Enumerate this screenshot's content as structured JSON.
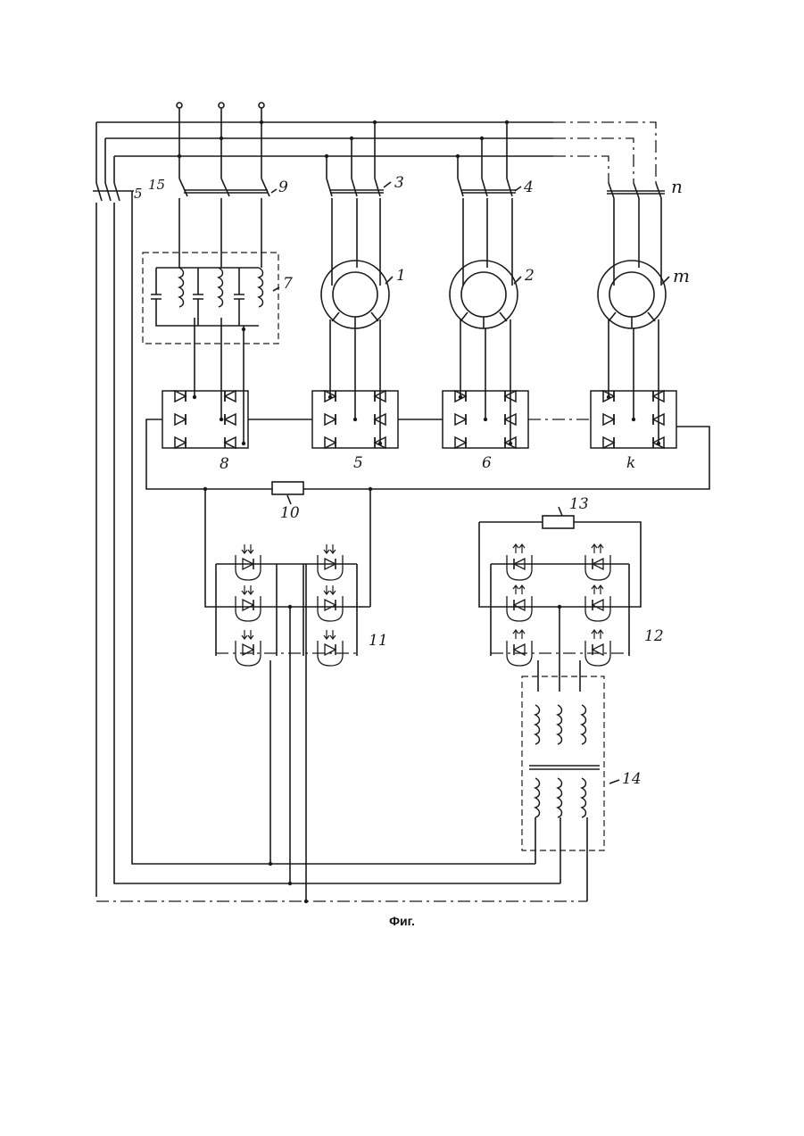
{
  "labels": {
    "motor_1": "1",
    "motor_2": "2",
    "motor_m": "m",
    "switch_3": "3",
    "switch_4": "4",
    "switch_9": "9",
    "switch_n": "n",
    "switch_15": "15",
    "switch_5_side": "5",
    "filter_7": "7",
    "rectifier_8": "8",
    "rectifier_5": "5",
    "rectifier_6": "6",
    "rectifier_k": "k",
    "resistor_10": "10",
    "optocoupler_11": "11",
    "optocoupler_12": "12",
    "resistor_13": "13",
    "transformer_14": "14"
  },
  "caption": "Фиг."
}
